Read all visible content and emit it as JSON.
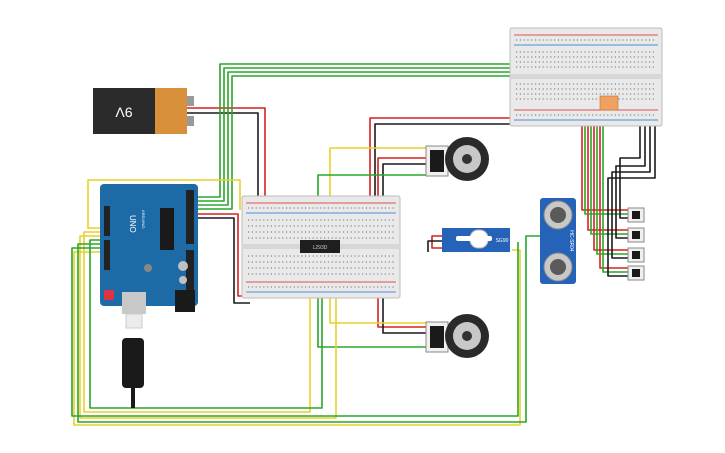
{
  "components": {
    "battery": {
      "label": "9V"
    },
    "arduino": {
      "model_label": "UNO",
      "brand_label": "ARDUINO"
    },
    "driver_chip": {
      "label": "L293D"
    },
    "servo": {
      "label": "SG90"
    },
    "ultrasonic_sensor": {
      "label": "HC-SR04"
    }
  },
  "colors": {
    "wire_red": "#d62020",
    "wire_black": "#1a1a1a",
    "wire_green": "#2aa52a",
    "wire_yellow": "#e8d12a",
    "arduino_blue": "#1c6aa6",
    "battery_orange": "#d9903a",
    "breadboard": "#e9e9e9",
    "sensor_blue": "#2563b8"
  }
}
